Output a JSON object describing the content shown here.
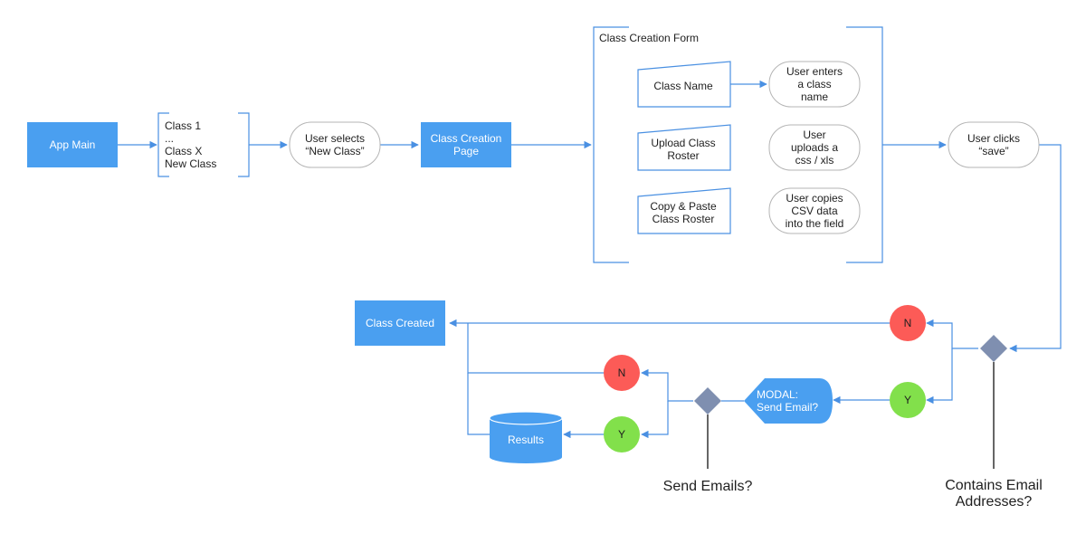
{
  "nodes": {
    "app_main": "App Main",
    "class_list": [
      "Class 1",
      "...",
      "Class X",
      "New Class"
    ],
    "user_selects": [
      "User selects",
      "“New Class”"
    ],
    "class_creation_page": [
      "Class Creation",
      "Page"
    ],
    "form_title": "Class Creation Form",
    "class_name": "Class Name",
    "user_enters": [
      "User enters",
      "a class",
      "name"
    ],
    "upload_roster": [
      "Upload Class",
      "Roster"
    ],
    "user_uploads": [
      "User",
      "uploads a",
      "css / xls"
    ],
    "copy_paste": [
      "Copy & Paste",
      "Class Roster"
    ],
    "user_copies": [
      "User copies",
      "CSV data",
      "into the field"
    ],
    "user_clicks": [
      "User clicks",
      "“save”"
    ],
    "class_created": "Class Created",
    "n_upper": "N",
    "y_upper": "Y",
    "modal": [
      "MODAL:",
      "Send Email?"
    ],
    "n_lower": "N",
    "y_lower": "Y",
    "results": "Results",
    "send_emails_label": "Send Emails?",
    "contains_email_label": [
      "Contains Email",
      "Addresses?"
    ]
  },
  "colors": {
    "primary": "#4a9ff0",
    "connector": "#4a90e2",
    "no": "#fc5b57",
    "yes": "#82e04b",
    "decision": "#7f8fb0"
  }
}
